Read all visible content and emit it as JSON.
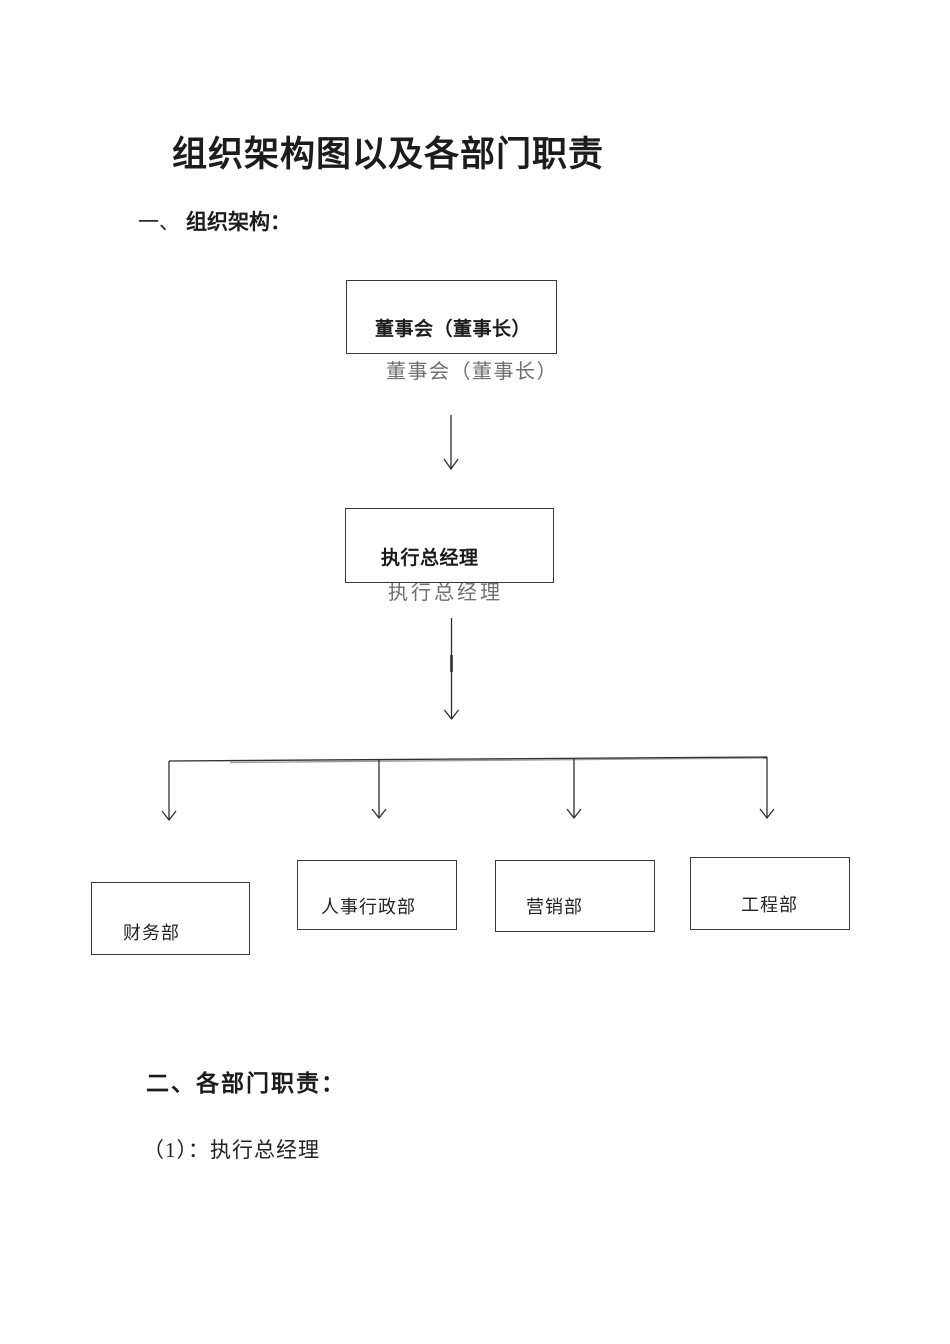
{
  "document": {
    "title": "组织架构图以及各部门职责",
    "section_one": {
      "numeral": "一、",
      "heading": "组织架构："
    },
    "section_two": {
      "heading": "二、各部门职责："
    },
    "item_one": "（1）：执行总经理"
  },
  "org_chart": {
    "board_box": {
      "label": "董事会（董事长）",
      "caption": "董事会（董事长）"
    },
    "gm_box": {
      "label": "执行总经理",
      "caption": "执行总经理"
    },
    "departments": [
      {
        "label": "财务部"
      },
      {
        "label": "人事行政部"
      },
      {
        "label": "营销部"
      },
      {
        "label": "工程部"
      }
    ]
  },
  "colors": {
    "text": "#1c1c1c",
    "caption_gray": "#6f6f6f",
    "box_border": "#383838",
    "connector": "#2e2e2e"
  }
}
